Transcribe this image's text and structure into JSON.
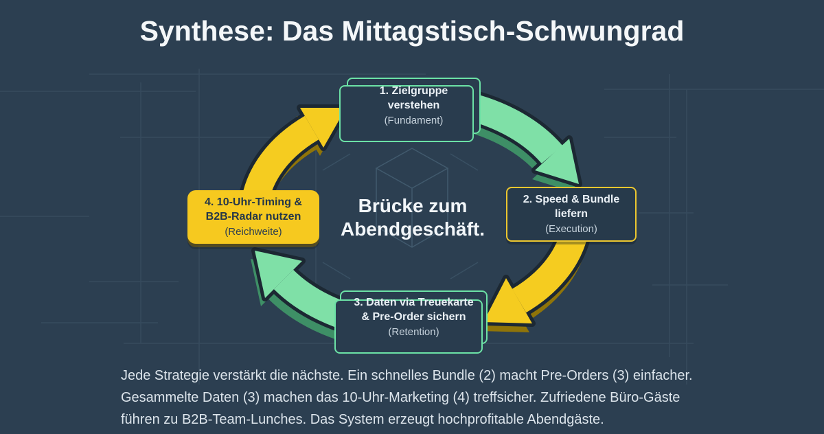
{
  "title": "Synthese: Das Mittagstisch-Schwungrad",
  "center": {
    "line1": "Brücke zum",
    "line2": "Abendgeschäft."
  },
  "nodes": [
    {
      "id": 1,
      "lines": [
        "1. Zielgruppe",
        "verstehen"
      ],
      "subtitle": "(Fundament)",
      "style": "green-outline"
    },
    {
      "id": 2,
      "lines": [
        "2. Speed & Bundle",
        "liefern"
      ],
      "subtitle": "(Execution)",
      "style": "yellow-outline"
    },
    {
      "id": 3,
      "lines": [
        "3. Daten via Treuekarte",
        "& Pre-Order sichern"
      ],
      "subtitle": "(Retention)",
      "style": "green-outline"
    },
    {
      "id": 4,
      "lines": [
        "4. 10-Uhr-Timing &",
        "B2B-Radar nutzen"
      ],
      "subtitle": "(Reichweite)",
      "style": "yellow-solid"
    }
  ],
  "footer": {
    "lines": [
      "Jede Strategie verstärkt die nächste. Ein schnelles Bundle (2) macht Pre-Orders (3) einfacher.",
      "Gesammelte Daten (3) machen das 10-Uhr-Marketing (4) treffsicher. Zufriedene Büro-Gäste",
      "führen zu B2B-Team-Lunches. Das System erzeugt hochprofitable Abendgäste."
    ]
  },
  "icons": {
    "arrow_4_to_1": "curved-arrow-yellow",
    "arrow_1_to_2": "curved-arrow-green",
    "arrow_2_to_3": "curved-arrow-yellow",
    "arrow_3_to_4": "curved-arrow-green",
    "background": "blueprint-grid-and-cube"
  },
  "colors": {
    "background": "#2C3F51",
    "card_background": "#293C4E",
    "accent_green": "#7FE0A7",
    "accent_green_dark": "#3E8F66",
    "accent_yellow": "#F5CC20",
    "accent_yellow_dark": "#8F7409",
    "outline_dark": "#1C2833",
    "text_light": "#EAF0F5",
    "text_dark": "#253748"
  }
}
